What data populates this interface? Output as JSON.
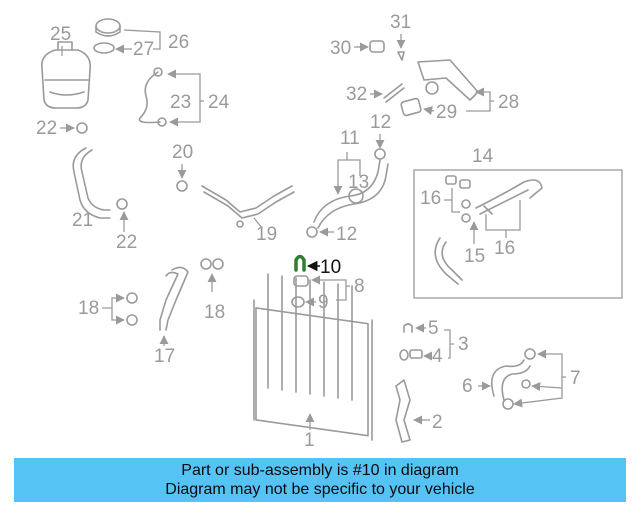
{
  "callouts": {
    "n1": "1",
    "n2": "2",
    "n3": "3",
    "n4": "4",
    "n5": "5",
    "n6": "6",
    "n7": "7",
    "n8": "8",
    "n9": "9",
    "n10": "10",
    "n11": "11",
    "n12a": "12",
    "n12b": "12",
    "n13": "13",
    "n14": "14",
    "n15": "15",
    "n16a": "16",
    "n16b": "16",
    "n17": "17",
    "n18a": "18",
    "n18b": "18",
    "n19": "19",
    "n20": "20",
    "n21": "21",
    "n22a": "22",
    "n22b": "22",
    "n23": "23",
    "n24": "24",
    "n25": "25",
    "n26": "26",
    "n27": "27",
    "n28": "28",
    "n29": "29",
    "n30": "30",
    "n31": "31",
    "n32": "32"
  },
  "banner": {
    "line1": "Part or sub-assembly is #10 in diagram",
    "line2": "Diagram may not be specific to your vehicle"
  },
  "colors": {
    "banner_bg": "#56c3f5",
    "highlight_part": "#2e7d32",
    "line_art": "#9a9a9a"
  }
}
